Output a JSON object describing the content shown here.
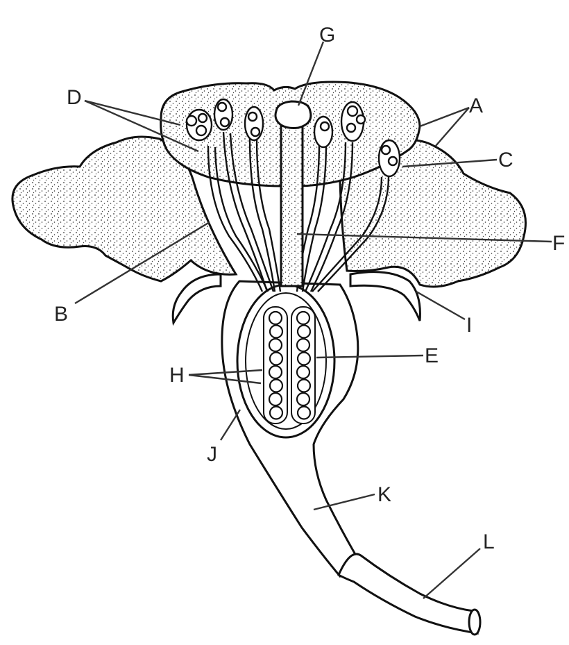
{
  "diagram": {
    "labels": {
      "A": "A",
      "B": "B",
      "C": "C",
      "D": "D",
      "E": "E",
      "F": "F",
      "G": "G",
      "H": "H",
      "I": "I",
      "J": "J",
      "K": "K",
      "L": "L"
    }
  },
  "colors": {
    "ink": "#111111",
    "paper": "#ffffff",
    "stipple": "#333333"
  }
}
